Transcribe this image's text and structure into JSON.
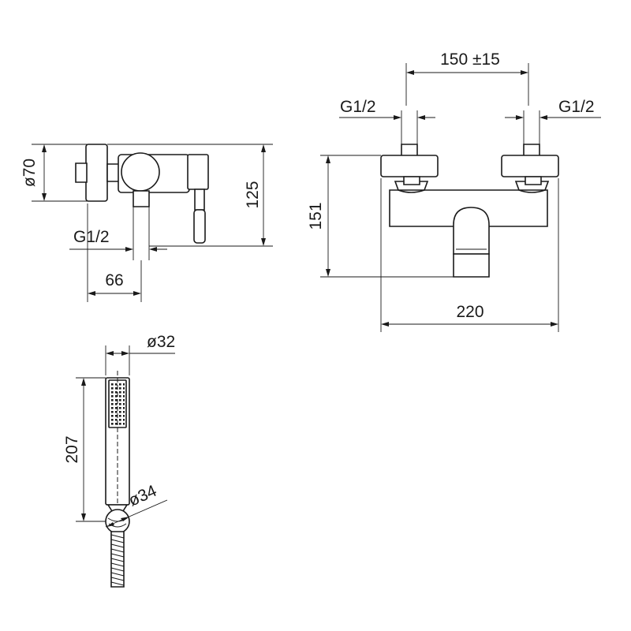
{
  "side_view": {
    "dia_label": "ø70",
    "height_label": "125",
    "thread_label": "G1/2",
    "depth_label": "66"
  },
  "front_view": {
    "spacing_label": "150 ±15",
    "thread_left_label": "G1/2",
    "thread_right_label": "G1/2",
    "height_label": "151",
    "width_label": "220"
  },
  "hand_shower": {
    "dia_top_label": "ø32",
    "length_label": "207",
    "dia_bottom_label": "ø34"
  }
}
